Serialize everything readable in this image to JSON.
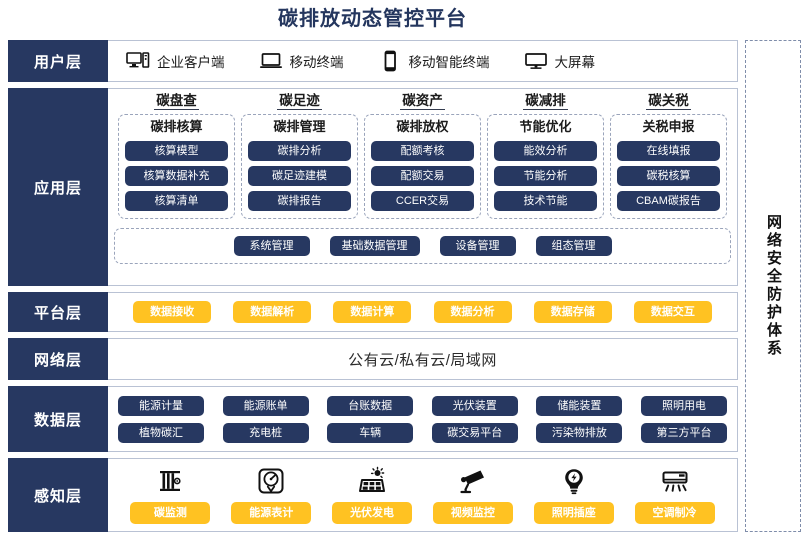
{
  "title": "碳排放动态管控平台",
  "security_band": {
    "label": "网络安全防护体系"
  },
  "layers": {
    "user": {
      "label": "用户层",
      "items": [
        {
          "icon": "desktop-tower-icon",
          "label": "企业客户端"
        },
        {
          "icon": "laptop-icon",
          "label": "移动终端"
        },
        {
          "icon": "smartphone-icon",
          "label": "移动智能终端"
        },
        {
          "icon": "monitor-icon",
          "label": "大屏幕"
        }
      ]
    },
    "application": {
      "label": "应用层",
      "columns": [
        {
          "title": "碳盘查",
          "group_title": "碳排核算",
          "items": [
            "核算模型",
            "核算数据补充",
            "核算清单"
          ]
        },
        {
          "title": "碳足迹",
          "group_title": "碳排管理",
          "items": [
            "碳排分析",
            "碳足迹建模",
            "碳排报告"
          ]
        },
        {
          "title": "碳资产",
          "group_title": "碳排放权",
          "items": [
            "配额考核",
            "配额交易",
            "CCER交易"
          ]
        },
        {
          "title": "碳减排",
          "group_title": "节能优化",
          "items": [
            "能效分析",
            "节能分析",
            "技术节能"
          ]
        },
        {
          "title": "碳关税",
          "group_title": "关税申报",
          "items": [
            "在线填报",
            "碳税核算",
            "CBAM碳报告"
          ]
        }
      ],
      "common_items": [
        "系统管理",
        "基础数据管理",
        "设备管理",
        "组态管理"
      ]
    },
    "platform": {
      "label": "平台层",
      "items": [
        "数据接收",
        "数据解析",
        "数据计算",
        "数据分析",
        "数据存储",
        "数据交互"
      ]
    },
    "network": {
      "label": "网络层",
      "text": "公有云/私有云/局域网"
    },
    "data": {
      "label": "数据层",
      "row1": [
        "能源计量",
        "能源账单",
        "台账数据",
        "光伏装置",
        "储能装置",
        "照明用电"
      ],
      "row2": [
        "植物碳汇",
        "充电桩",
        "车辆",
        "碳交易平台",
        "污染物排放",
        "第三方平台"
      ]
    },
    "sense": {
      "label": "感知层",
      "items": [
        {
          "icon": "carbon-sensor-icon",
          "label": "碳监测"
        },
        {
          "icon": "energy-meter-icon",
          "label": "能源表计"
        },
        {
          "icon": "solar-panel-icon",
          "label": "光伏发电"
        },
        {
          "icon": "cctv-camera-icon",
          "label": "视频监控"
        },
        {
          "icon": "lightbulb-icon",
          "label": "照明插座"
        },
        {
          "icon": "air-conditioner-icon",
          "label": "空调制冷"
        }
      ]
    }
  },
  "colors": {
    "navy": "#273861",
    "yellow": "#ffc222",
    "title": "#24365e",
    "border": "#b9c2d4",
    "dashed": "#9aa4bb"
  }
}
